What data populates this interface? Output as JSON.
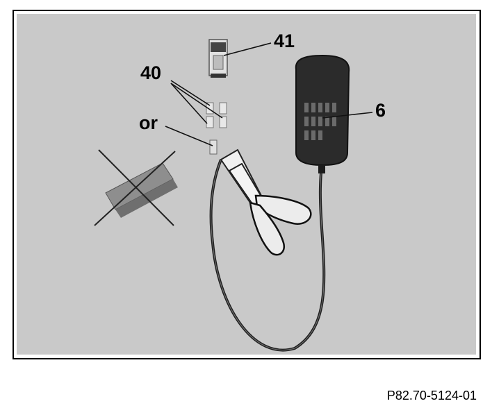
{
  "callouts": {
    "label_41": "41",
    "label_40": "40",
    "label_or": "or",
    "label_6": "6"
  },
  "figure_id": "P82.70-5124-01",
  "colors": {
    "panel_background": "#c9c9c9",
    "frame": "#000000",
    "device_body": "#2a2a2a"
  }
}
